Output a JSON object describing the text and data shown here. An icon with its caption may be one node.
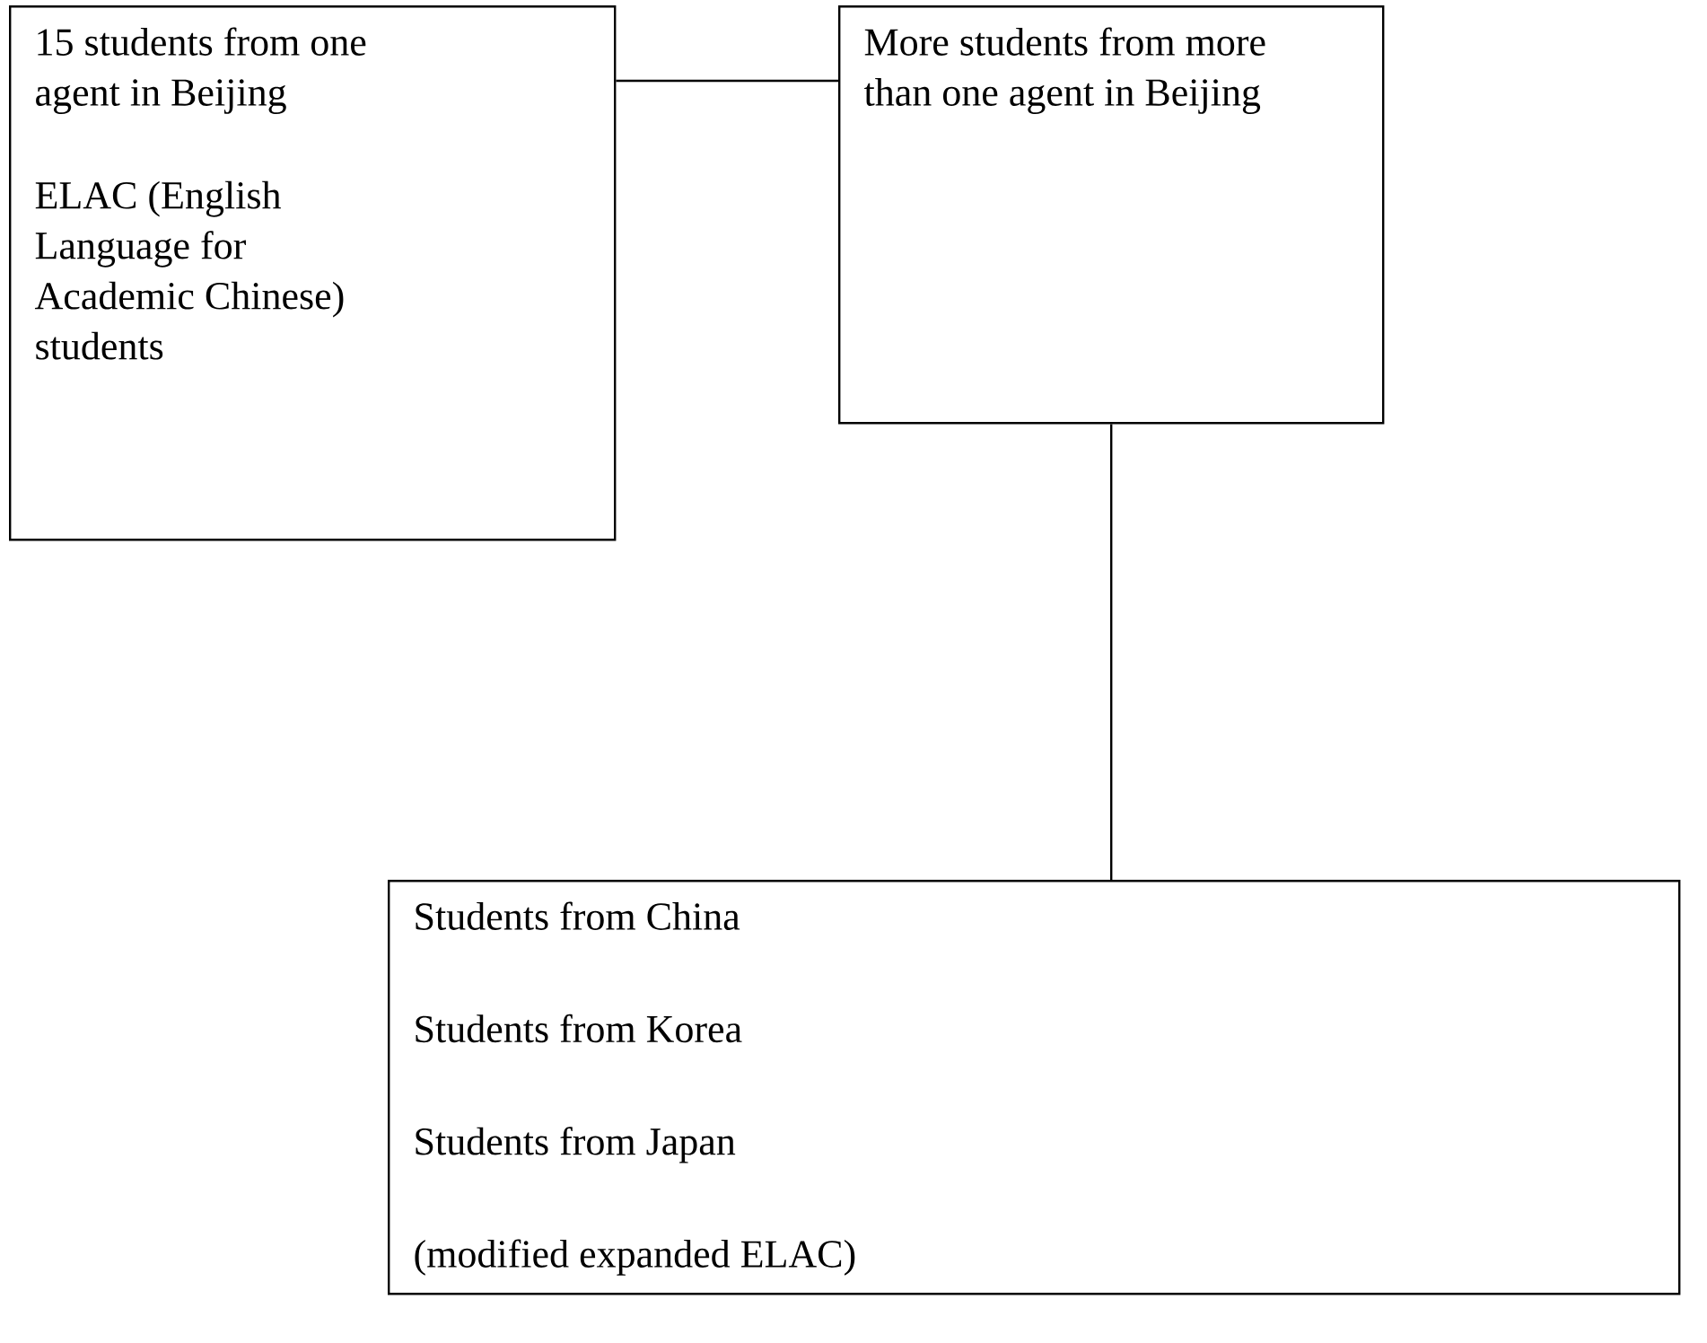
{
  "diagram": {
    "nodes": [
      {
        "text": [
          "15 students from one agent in Beijing",
          "ELAC (English Language for Academic Chinese) students"
        ]
      },
      {
        "text": [
          "More students from more than one agent in Beijing"
        ]
      },
      {
        "text": [
          "Students from China",
          "Students from Korea",
          "Students from Japan",
          "(modified expanded ELAC)"
        ]
      }
    ],
    "edges": [
      {
        "from": 0,
        "to": 1,
        "arrow": "none"
      },
      {
        "from": 1,
        "to": 2,
        "arrow": "none"
      }
    ]
  }
}
